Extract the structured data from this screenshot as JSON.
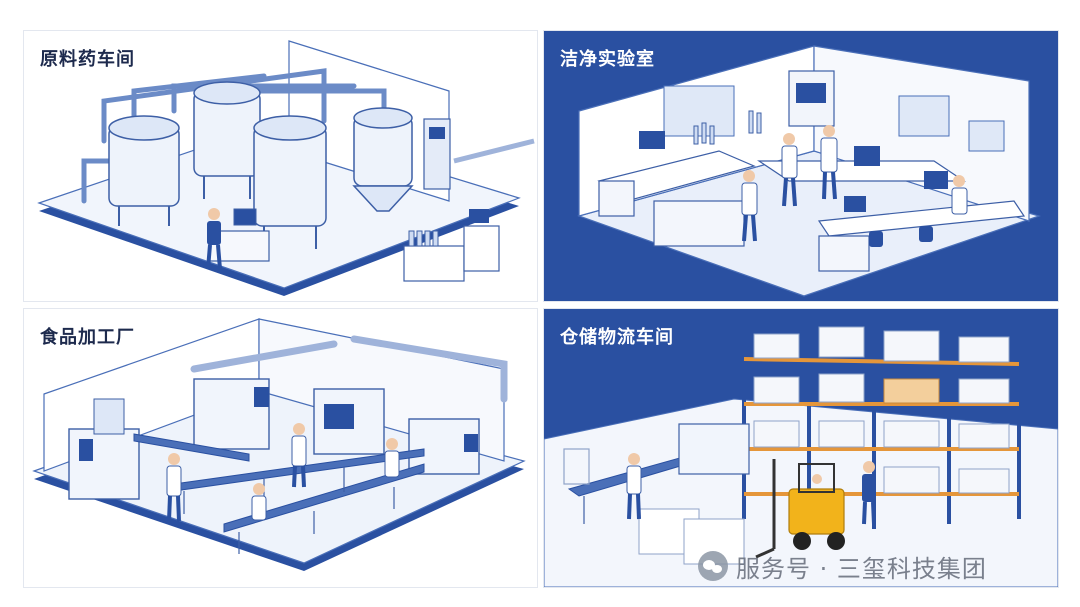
{
  "panels": {
    "raw_material": {
      "title": "原料药车间"
    },
    "clean_lab": {
      "title": "洁净实验室"
    },
    "food_plant": {
      "title": "食品加工厂"
    },
    "warehouse": {
      "title": "仓储物流车间"
    }
  },
  "watermark": {
    "text": "服务号 · 三玺科技集团"
  },
  "colors": {
    "navy": "#2a50a1",
    "line": "#4a6fb8",
    "pale": "#e9effa",
    "rack_orange": "#e5963a",
    "forklift_yellow": "#f2b31b"
  }
}
